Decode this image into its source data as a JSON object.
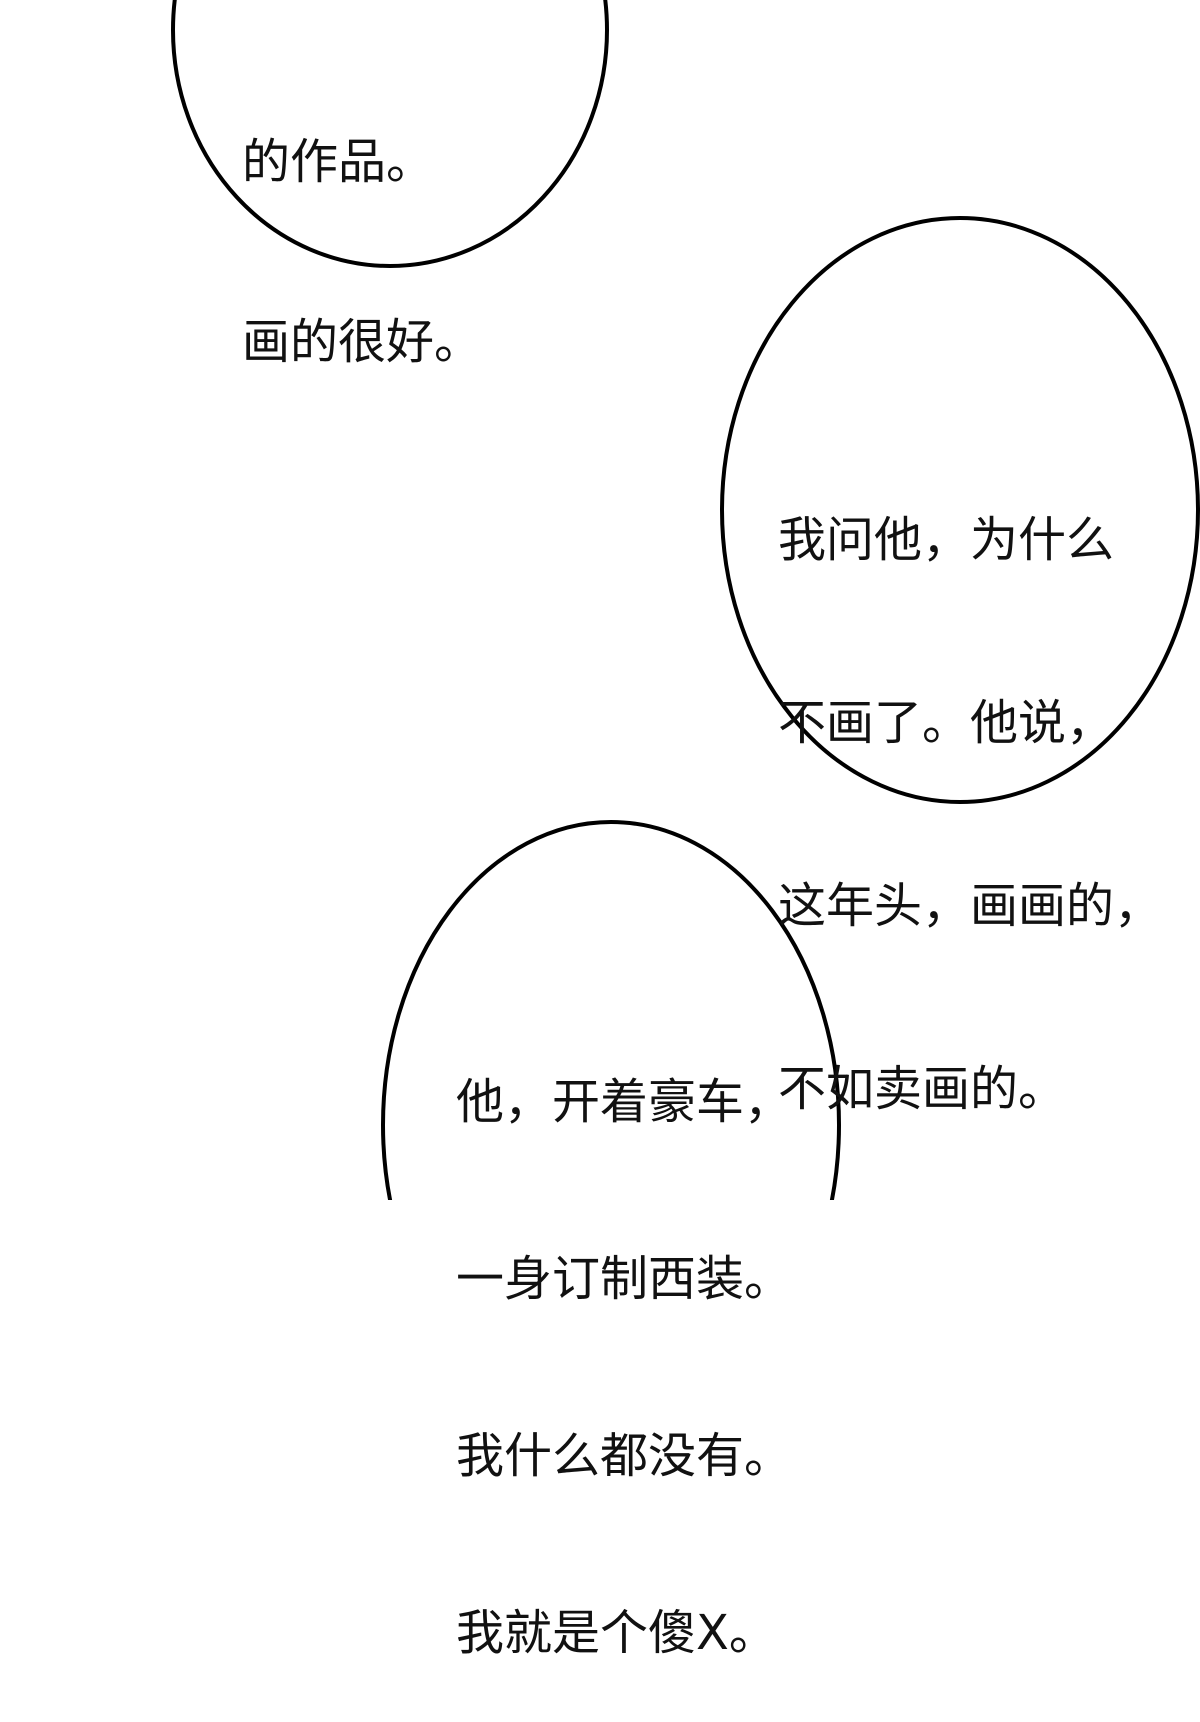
{
  "bubbles": [
    {
      "lines": [
        "的作品。",
        "画的很好。"
      ]
    },
    {
      "lines": [
        "我问他，为什么",
        "不画了。他说，",
        "这年头，画画的，",
        "不如卖画的。"
      ]
    },
    {
      "lines": [
        "他，开着豪车，",
        "一身订制西装。",
        "我什么都没有。",
        "我就是个傻X。"
      ]
    }
  ],
  "colors": {
    "outline": "#000000",
    "background": "#ffffff"
  }
}
